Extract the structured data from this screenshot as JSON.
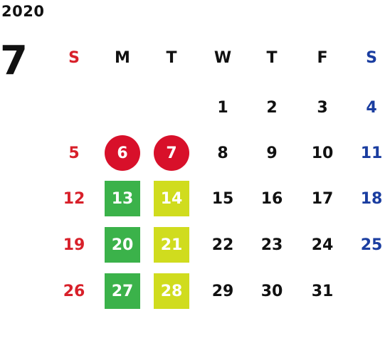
{
  "calendar": {
    "year": "2020",
    "month": "7",
    "weekdays": [
      "S",
      "M",
      "T",
      "W",
      "T",
      "F",
      "S"
    ],
    "weeks": [
      [
        "",
        "",
        "",
        "1",
        "2",
        "3",
        "4"
      ],
      [
        "5",
        "6",
        "7",
        "8",
        "9",
        "10",
        "11"
      ],
      [
        "12",
        "13",
        "14",
        "15",
        "16",
        "17",
        "18"
      ],
      [
        "19",
        "20",
        "21",
        "22",
        "23",
        "24",
        "25"
      ],
      [
        "26",
        "27",
        "28",
        "29",
        "30",
        "31",
        ""
      ]
    ],
    "highlighted_red_circle": [
      "6",
      "7"
    ],
    "highlighted_green": [
      "13",
      "20",
      "27"
    ],
    "highlighted_yellow": [
      "14",
      "21",
      "28"
    ],
    "colors": {
      "sunday": "#d8202a",
      "saturday": "#1a3da0",
      "weekday": "#111111",
      "circle": "#d8102a",
      "green": "#3bb24a",
      "yellow": "#d0dc1e"
    }
  }
}
